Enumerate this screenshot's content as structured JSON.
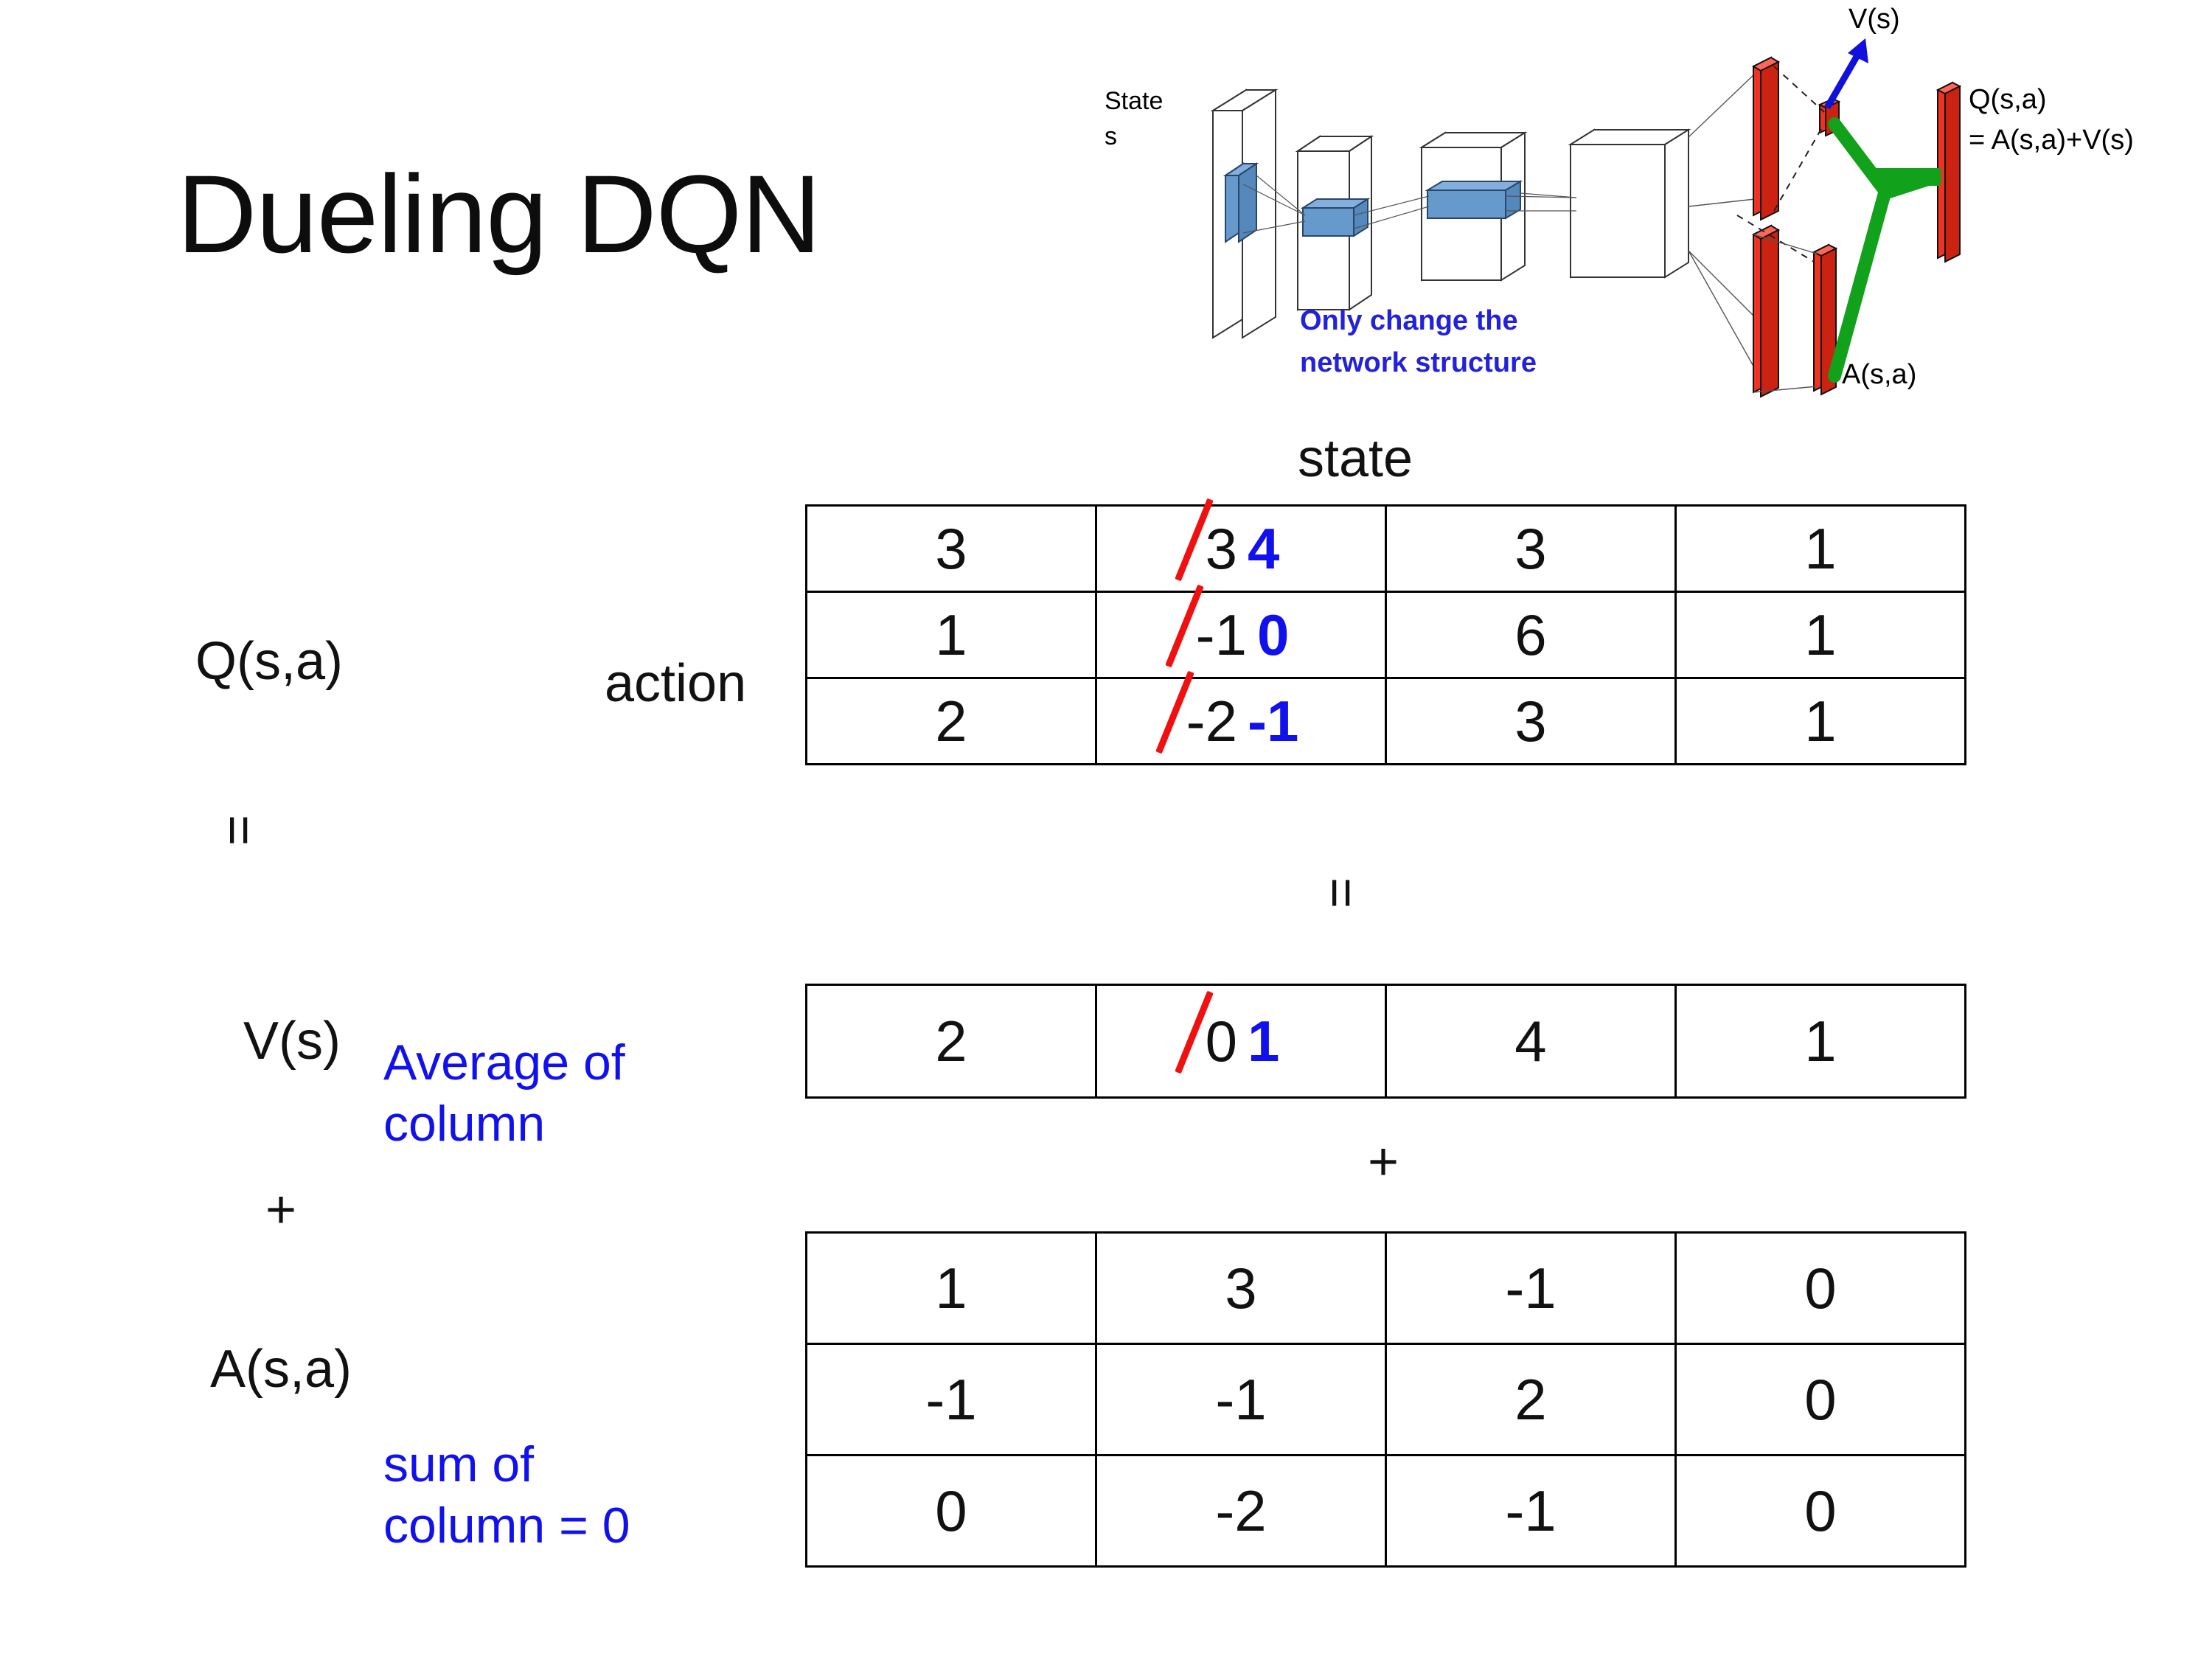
{
  "slide": {
    "title": "Dueling DQN"
  },
  "diagram": {
    "input_label_line1": "State",
    "input_label_line2": "s",
    "note_line1": "Only change the",
    "note_line2": "network structure",
    "value_label": "V(s)",
    "advantage_label": "A(s,a)",
    "q_label_line1": "Q(s,a)",
    "q_label_line2": "= A(s,a)+V(s)",
    "colors": {
      "note_blue": "#2222dd",
      "value_arrow_blue": "#1111dd",
      "bar_red": "#ee3322",
      "merge_green": "#11a11a",
      "conv_blue": "#6699cc"
    }
  },
  "labels": {
    "state_axis": "state",
    "action_axis": "action",
    "q_label": "Q(s,a)",
    "v_label": "V(s)",
    "a_label": "A(s,a)",
    "equals_sign": "=",
    "plus_sign": "+",
    "avg_note_line1": "Average of",
    "avg_note_line2": "column",
    "sum_note_line1": "sum of",
    "sum_note_line2": "column = 0",
    "note_color": "#1111ee",
    "correction_color": "#1111ee",
    "strike_color": "#f01010"
  },
  "chart_data": {
    "type": "table",
    "title": "Dueling DQN  Q(s,a) = V(s) + A(s,a)",
    "xlabel": "state",
    "ylabel": "action",
    "tables": [
      {
        "name": "Q(s,a)",
        "rows": 3,
        "cols": 4,
        "values": [
          [
            "3",
            "3",
            "3",
            "1"
          ],
          [
            "1",
            "-1",
            "6",
            "1"
          ],
          [
            "2",
            "-2",
            "3",
            "1"
          ]
        ],
        "corrections": [
          {
            "row": 0,
            "col": 1,
            "old": "3",
            "new": "4"
          },
          {
            "row": 1,
            "col": 1,
            "old": "-1",
            "new": "0"
          },
          {
            "row": 2,
            "col": 1,
            "old": "-2",
            "new": "-1"
          }
        ]
      },
      {
        "name": "V(s)",
        "rows": 1,
        "cols": 4,
        "values": [
          [
            "2",
            "0",
            "4",
            "1"
          ]
        ],
        "corrections": [
          {
            "row": 0,
            "col": 1,
            "old": "0",
            "new": "1"
          }
        ]
      },
      {
        "name": "A(s,a)",
        "rows": 3,
        "cols": 4,
        "values": [
          [
            "1",
            "3",
            "-1",
            "0"
          ],
          [
            "-1",
            "-1",
            "2",
            "0"
          ],
          [
            "0",
            "-2",
            "-1",
            "0"
          ]
        ],
        "corrections": []
      }
    ]
  }
}
